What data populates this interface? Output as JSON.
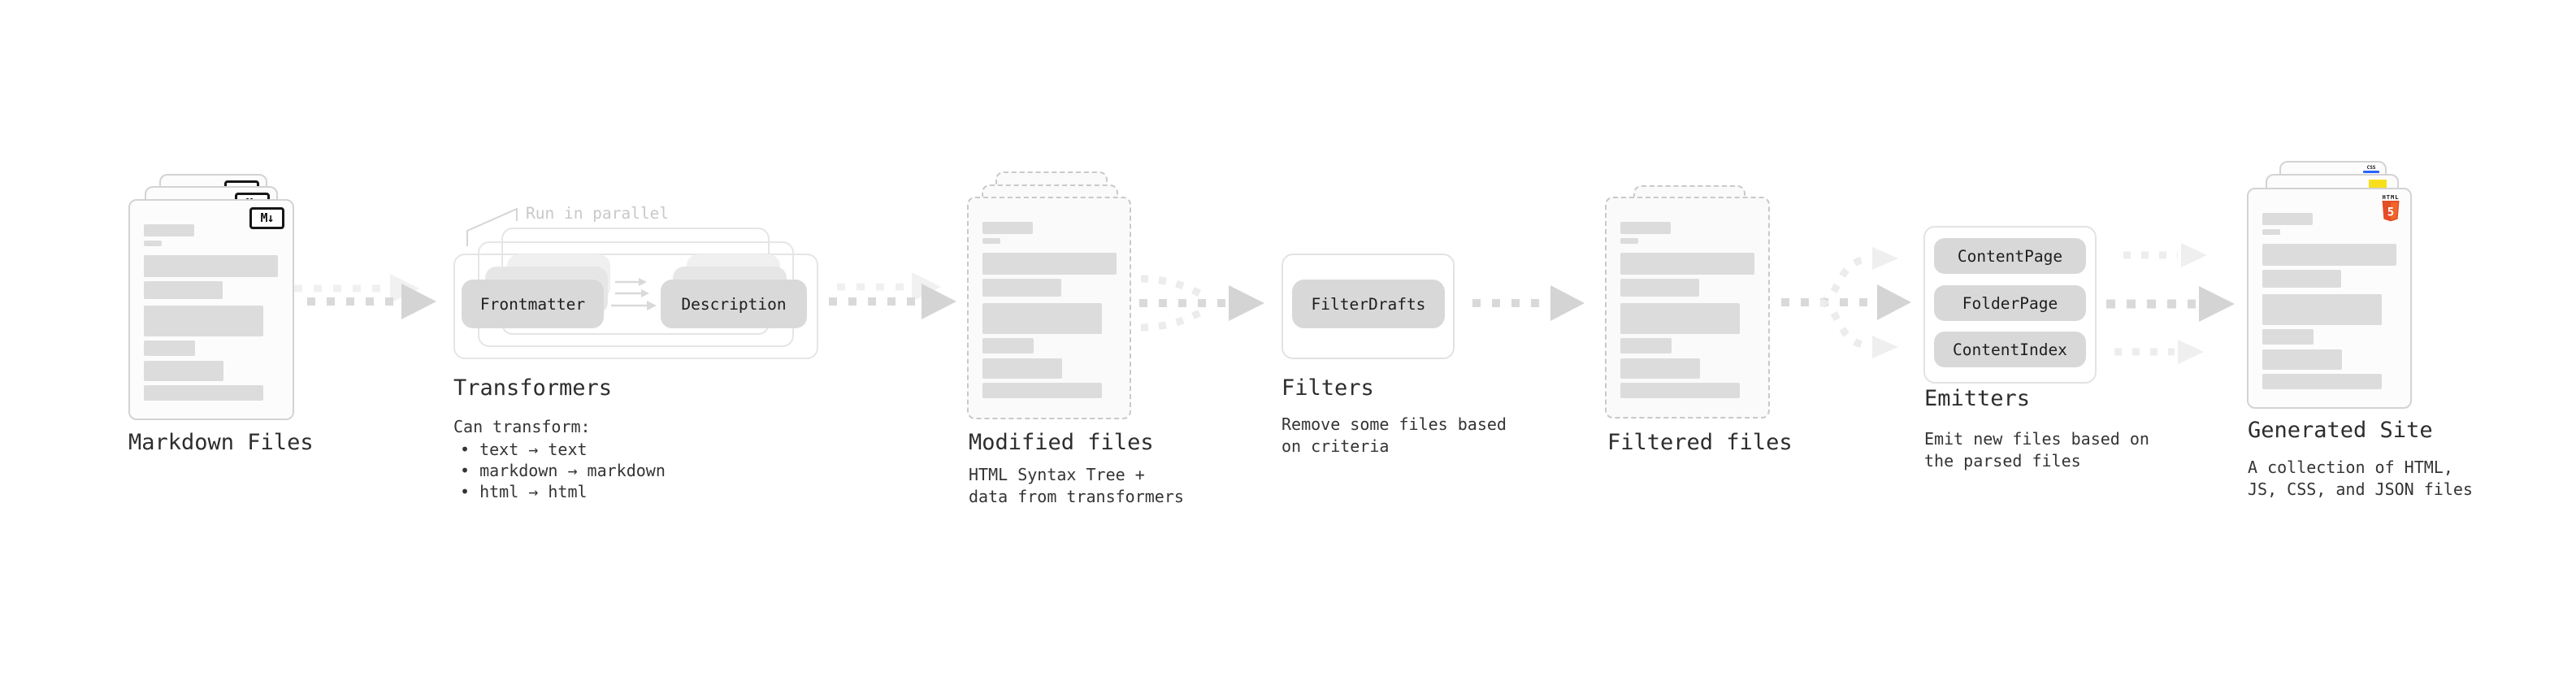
{
  "stages": {
    "markdown": {
      "label": "Markdown Files",
      "file_badge": "M↓"
    },
    "transformers": {
      "label": "Transformers",
      "note": "Run in parallel",
      "pill_left": "Frontmatter",
      "pill_right": "Description",
      "desc_title": "Can transform:",
      "bullets": [
        "• text → text",
        "• markdown → markdown",
        "• html → html"
      ]
    },
    "modified": {
      "label": "Modified files",
      "description": "HTML Syntax Tree +\ndata from transformers"
    },
    "filters": {
      "label": "Filters",
      "pill": "FilterDrafts",
      "description": "Remove some files based\non criteria"
    },
    "filtered": {
      "label": "Filtered files"
    },
    "emitters": {
      "label": "Emitters",
      "pills": [
        "ContentPage",
        "FolderPage",
        "ContentIndex"
      ],
      "description": "Emit new files based on\nthe parsed files"
    },
    "generated": {
      "label": "Generated Site",
      "description": "A collection of HTML,\nJS, CSS, and JSON files",
      "css_badge": "CSS",
      "html_badge_word": "HTML",
      "html_badge_number": "5"
    }
  },
  "colors": {
    "html5_orange": "#e44d26",
    "html5_orange_light": "#f16529",
    "js_yellow": "#f7df1e",
    "css_blue": "#2962ff",
    "arrow_dark": "#d9d9d9",
    "arrow_light": "#eeeeee"
  }
}
